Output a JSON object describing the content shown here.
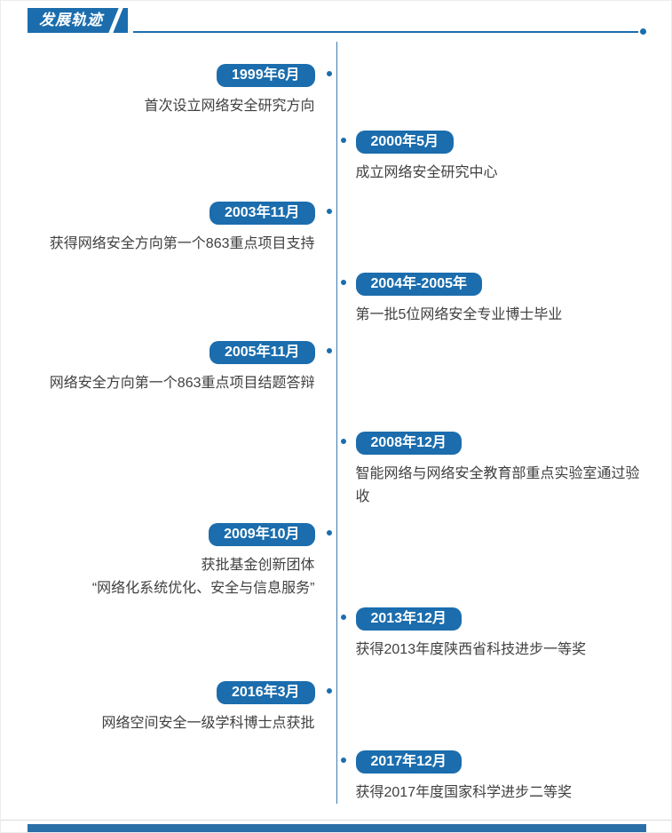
{
  "header": {
    "title": "发展轨迹"
  },
  "theme": {
    "accent": "#1b6dad",
    "text": "#404040"
  },
  "timeline": {
    "entries": [
      {
        "side": "left",
        "date": "1999年6月",
        "text": "首次设立网络安全研究方向"
      },
      {
        "side": "right",
        "date": "2000年5月",
        "text": "成立网络安全研究中心"
      },
      {
        "side": "left",
        "date": "2003年11月",
        "text": "获得网络安全方向第一个863重点项目支持"
      },
      {
        "side": "right",
        "date": "2004年-2005年",
        "text": "第一批5位网络安全专业博士毕业"
      },
      {
        "side": "left",
        "date": "2005年11月",
        "text": "网络安全方向第一个863重点项目结题答辩"
      },
      {
        "side": "right",
        "date": "2008年12月",
        "text": "智能网络与网络安全教育部重点实验室通过验收"
      },
      {
        "side": "left",
        "date": "2009年10月",
        "text": "获批基金创新团体\n“网络化系统优化、安全与信息服务”"
      },
      {
        "side": "right",
        "date": "2013年12月",
        "text": "获得2013年度陕西省科技进步一等奖"
      },
      {
        "side": "left",
        "date": "2016年3月",
        "text": "网络空间安全一级学科博士点获批"
      },
      {
        "side": "right",
        "date": "2017年12月",
        "text": "获得2017年度国家科学进步二等奖"
      }
    ]
  }
}
